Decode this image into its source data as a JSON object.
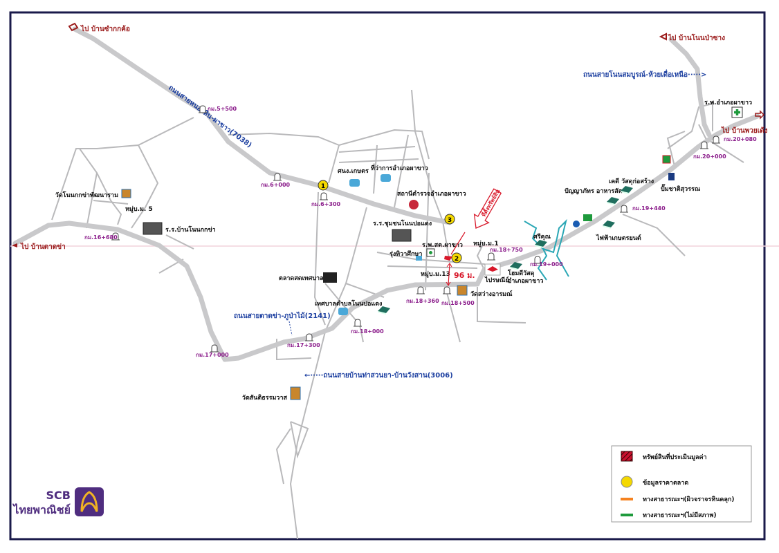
{
  "map": {
    "colors": {
      "road": "#c9c9cb",
      "frame": "#1a1a4a",
      "dest": "#9b1b1b",
      "km": "#8b1d8b",
      "road_label": "#1c3fa0",
      "river": "#2aa7b5",
      "marker": "#f4d800",
      "property": "#d8182a"
    },
    "destinations": {
      "nw": "ไป บ้านซำกกค้อ",
      "w": "ไป บ้านตาดข่า",
      "ne": "ไป บ้านโนนป่าซาง",
      "e": "ไป บ้านพวยเด้ง"
    },
    "roads": {
      "r7038": "ถนนสายหนองหิน-ผาขาว(7038)",
      "r2141": "ถนนสายตาดข่า-ภูป่าไม้(2141)",
      "r3006": "←·····ถนนสายบ้านท่าสวนยา-บ้านวังสาน(3006)",
      "north": "ถนนสายโนนสมบูรณ์-ห้วยเดื่อเหนือ·····>"
    },
    "km_posts": [
      "กม.5+500",
      "กม.6+000",
      "กม.6+300",
      "กม.16+680",
      "กม.17+000",
      "กม.17+300",
      "กม.18+000",
      "กม.18+360",
      "กม.18+500",
      "กม.18+750",
      "กม.19+000",
      "กม.19+440",
      "กม.20+000",
      "กม.20+080"
    ],
    "places": {
      "wat_nonkokkha": "วัดโนนกกข่าพัฒนาราม",
      "moo5": "หมู่บ.ม. 5",
      "school_nonkokkha": "ร.ร.บ้านโนนกกข่า",
      "agri": "ศนง.เกษตร",
      "district_office": "ที่ว่าการอำเภอผาขาว",
      "police": "สถานีตำรวจอำเภอผาขาว",
      "school_nonpodaeng": "ร.ร.ชุมชนโนนปอแดง",
      "health": "ร.พ.สต.ผาขาว",
      "rungthiwa": "รุ่งทิวาศึกษา",
      "moo1": "หมู่บ.ม.1",
      "moo13": "หมู่บ.ม.13",
      "market": "ตลาดสดเทศบาล",
      "municipality": "เทศบาลตำบลโนนปอแดง",
      "post": "ไปรษณีย์",
      "homedee": "โฮมดีวัสดุ",
      "homedee2": "อำเภอผาขาว",
      "wat_sawang": "วัดสว่างอารมณ์",
      "srikhun": "ศรีคุณ",
      "electric": "ไฟฟ้าเกษตรยนต์",
      "panya": "ปัญญาภัทร อาหารสัตว์",
      "kd": "เคดี วัสดุก่อสร้าง",
      "gas": "ปั๊มชาติสุวรรณ",
      "hospital": "ร.พ.อำเภอผาขาว",
      "wat_santi": "วัดสันติธรรมวาส"
    },
    "markers": [
      "1",
      "2",
      "3"
    ],
    "property_label": "ที่ตั้งทรัพย์สิน",
    "distance": "96 ม."
  },
  "legend": {
    "items": [
      {
        "label": "ทรัพย์สินที่ประเมินมูลค่า",
        "color": "#c8102e"
      },
      {
        "label": "ข้อมูลราคาตลาด",
        "color": "#f4d800"
      },
      {
        "label": "ทางสาธารณะฯ(ผิวจราจรหินคลุก)",
        "color": "#f58220"
      },
      {
        "label": "ทางสาธารณะฯ(ไม่มีสภาพ)",
        "color": "#1e9a3c"
      }
    ]
  },
  "logo": {
    "name": "SCB",
    "thai": "ไทยพาณิชย์"
  }
}
